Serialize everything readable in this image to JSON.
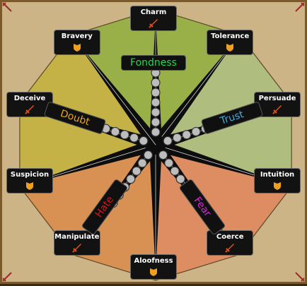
{
  "nodes": [
    {
      "key": "charm",
      "label": "Charm",
      "icon": "sword-icon"
    },
    {
      "key": "tolerance",
      "label": "Tolerance",
      "icon": "shield-icon"
    },
    {
      "key": "persuade",
      "label": "Persuade",
      "icon": "sword-icon"
    },
    {
      "key": "intuition",
      "label": "Intuition",
      "icon": "shield-icon"
    },
    {
      "key": "coerce",
      "label": "Coerce",
      "icon": "sword-icon"
    },
    {
      "key": "aloofness",
      "label": "Aloofness",
      "icon": "shield-icon"
    },
    {
      "key": "manipulate",
      "label": "Manipulate",
      "icon": "sword-icon"
    },
    {
      "key": "suspicion",
      "label": "Suspicion",
      "icon": "shield-icon"
    },
    {
      "key": "deceive",
      "label": "Deceive",
      "icon": "sword-icon"
    },
    {
      "key": "bravery",
      "label": "Bravery",
      "icon": "shield-icon"
    }
  ],
  "emotions": [
    {
      "key": "fondness",
      "label": "Fondness",
      "color": "#22d84a"
    },
    {
      "key": "trust",
      "label": "Trust",
      "color": "#4aa8d8"
    },
    {
      "key": "fear",
      "label": "Fear",
      "color": "#e020e0"
    },
    {
      "key": "hate",
      "label": "Hate",
      "color": "#d81818"
    },
    {
      "key": "doubt",
      "label": "Doubt",
      "color": "#e8a020"
    }
  ],
  "colors": {
    "sword": "#e8501c",
    "shield": "#f0a020",
    "sector_fondness": "#8fae3c",
    "sector_trust": "#a9be7c",
    "sector_fear": "#e0855c",
    "sector_hate": "#d98a4a",
    "sector_doubt": "#c2b13c"
  }
}
